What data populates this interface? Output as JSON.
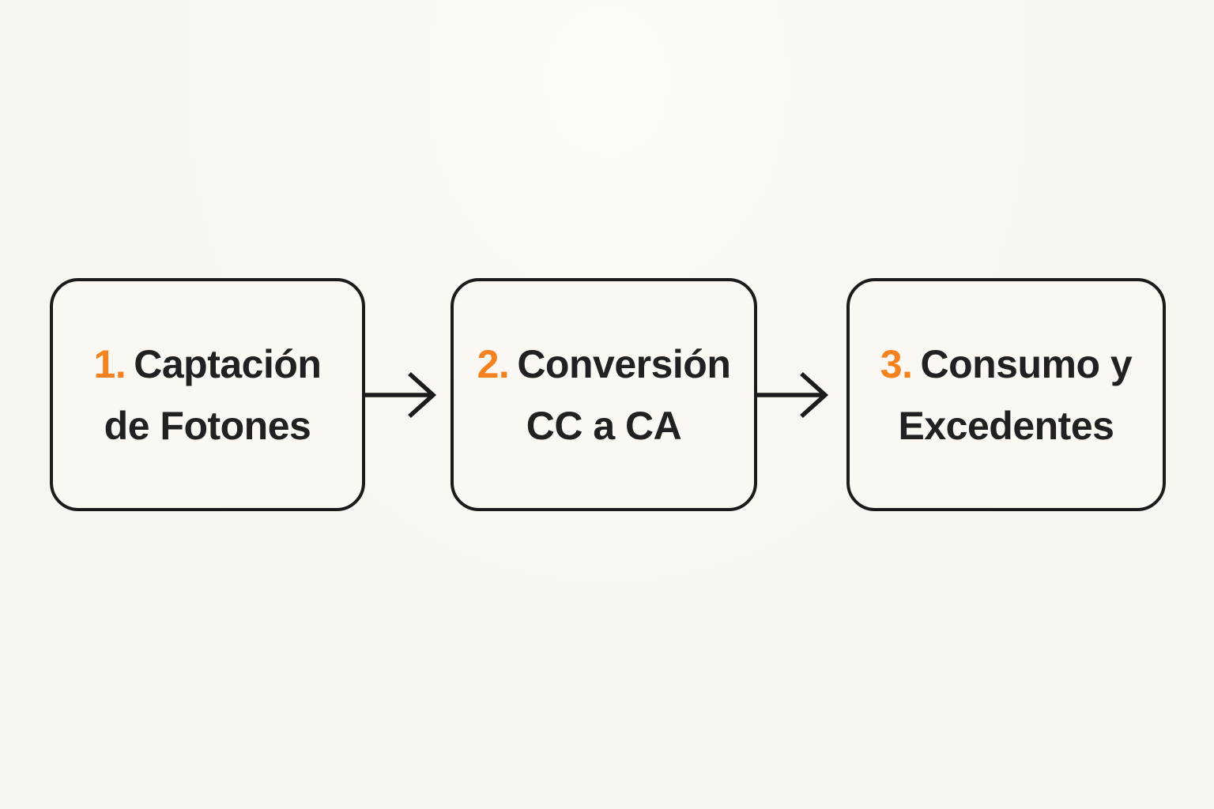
{
  "colors": {
    "background": "#f8f5f0",
    "box_fill": "#fbf8f3",
    "border": "#1b1b1b",
    "text": "#212121",
    "accent": "#f5821f"
  },
  "steps": [
    {
      "number": "1.",
      "line1": "Captación",
      "line2": "de Fotones"
    },
    {
      "number": "2.",
      "line1": "Conversión",
      "line2": "CC a CA"
    },
    {
      "number": "3.",
      "line1": "Consumo y",
      "line2": "Excedentes"
    }
  ],
  "arrows": [
    {
      "icon": "arrow-right",
      "from": "step-1",
      "to": "step-2"
    },
    {
      "icon": "arrow-right",
      "from": "step-2",
      "to": "step-3"
    }
  ]
}
